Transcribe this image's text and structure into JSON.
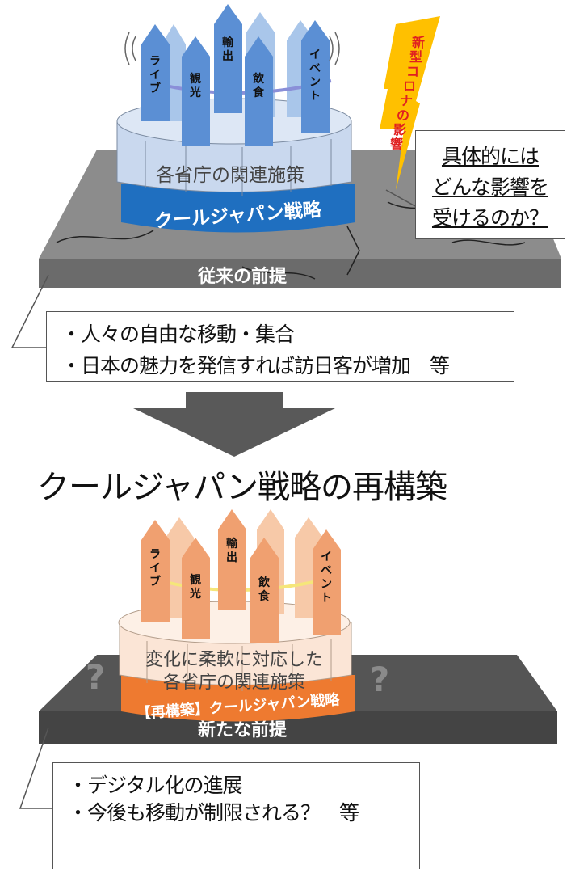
{
  "top": {
    "pillars": [
      "ライブ",
      "観光",
      "輸出",
      "飲食",
      "イベント"
    ],
    "drum_label": "各省庁の関連施策",
    "band_label": "クールジャパン戦略",
    "base_label": "従来の前提",
    "corona_label": "新型コロナの影響",
    "callout": [
      "具体的には",
      "どんな影響を",
      "受けるのか？"
    ],
    "notes": [
      "・人々の自由な移動・集合",
      "・日本の魅力を発信すれば訪日客が増加　等"
    ],
    "colors": {
      "pillar": "#5b8fd4",
      "pillar_back": "#a9c6ea",
      "drum": "#c9d8ee",
      "band": "#1f6fc0",
      "base": "#8c8c8c",
      "bolt": "#ffc000",
      "bolt_text": "#e02020"
    }
  },
  "title": "クールジャパン戦略の再構築",
  "bottom": {
    "pillars": [
      "ライブ",
      "観光",
      "輸出",
      "飲食",
      "イベント"
    ],
    "drum_label_lines": [
      "変化に柔軟に対応した",
      "各省庁の関連施策"
    ],
    "band_label": "【再構築】クールジャパン戦略",
    "base_label": "新たな前提",
    "question_mark": "?",
    "notes": [
      "・デジタル化の進展",
      "・今後も移動が制限される？　等"
    ],
    "colors": {
      "pillar": "#f0a070",
      "pillar_back": "#f7c9a8",
      "drum": "#fbe5d6",
      "band": "#ee7a30",
      "base": "#555555"
    }
  },
  "arrow_color": "#595959"
}
